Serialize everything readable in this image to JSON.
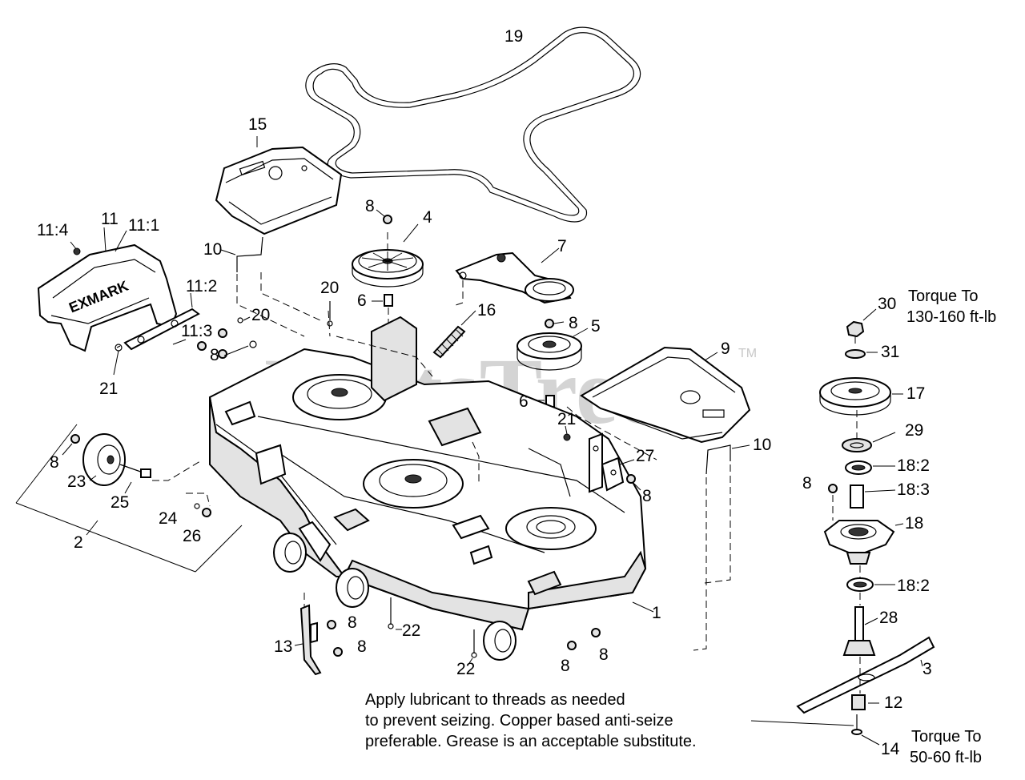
{
  "watermark": "PartsTree",
  "watermark_tm": "TM",
  "callouts": {
    "c1": "1",
    "c2": "2",
    "c3": "3",
    "c4": "4",
    "c5": "5",
    "c6a": "6",
    "c6b": "6",
    "c7": "7",
    "c8a": "8",
    "c8b": "8",
    "c8c": "8",
    "c8d": "8",
    "c8e": "8",
    "c8f": "8",
    "c8g": "8",
    "c8h": "8",
    "c8i": "8",
    "c8j": "8",
    "c9": "9",
    "c10a": "10",
    "c10b": "10",
    "c11": "11",
    "c11_1": "11:1",
    "c11_2": "11:2",
    "c11_3": "11:3",
    "c11_4": "11:4",
    "c12": "12",
    "c13": "13",
    "c14": "14",
    "c15": "15",
    "c16": "16",
    "c17": "17",
    "c18": "18",
    "c18_2a": "18:2",
    "c18_2b": "18:2",
    "c18_3": "18:3",
    "c19": "19",
    "c20a": "20",
    "c20b": "20",
    "c21a": "21",
    "c21b": "21",
    "c22a": "22",
    "c22b": "22",
    "c23": "23",
    "c24": "24",
    "c25": "25",
    "c26": "26",
    "c27": "27",
    "c28": "28",
    "c29": "29",
    "c30": "30",
    "c31": "31"
  },
  "torque_top": {
    "line1": "Torque To",
    "line2": "130-160 ft-lb"
  },
  "torque_bottom": {
    "line1": "Torque To",
    "line2": "50-60 ft-lb"
  },
  "lubricant_note": {
    "line1": "Apply lubricant to threads as needed",
    "line2": "to prevent seizing. Copper based anti-seize",
    "line3": "preferable. Grease is an acceptable substitute."
  }
}
